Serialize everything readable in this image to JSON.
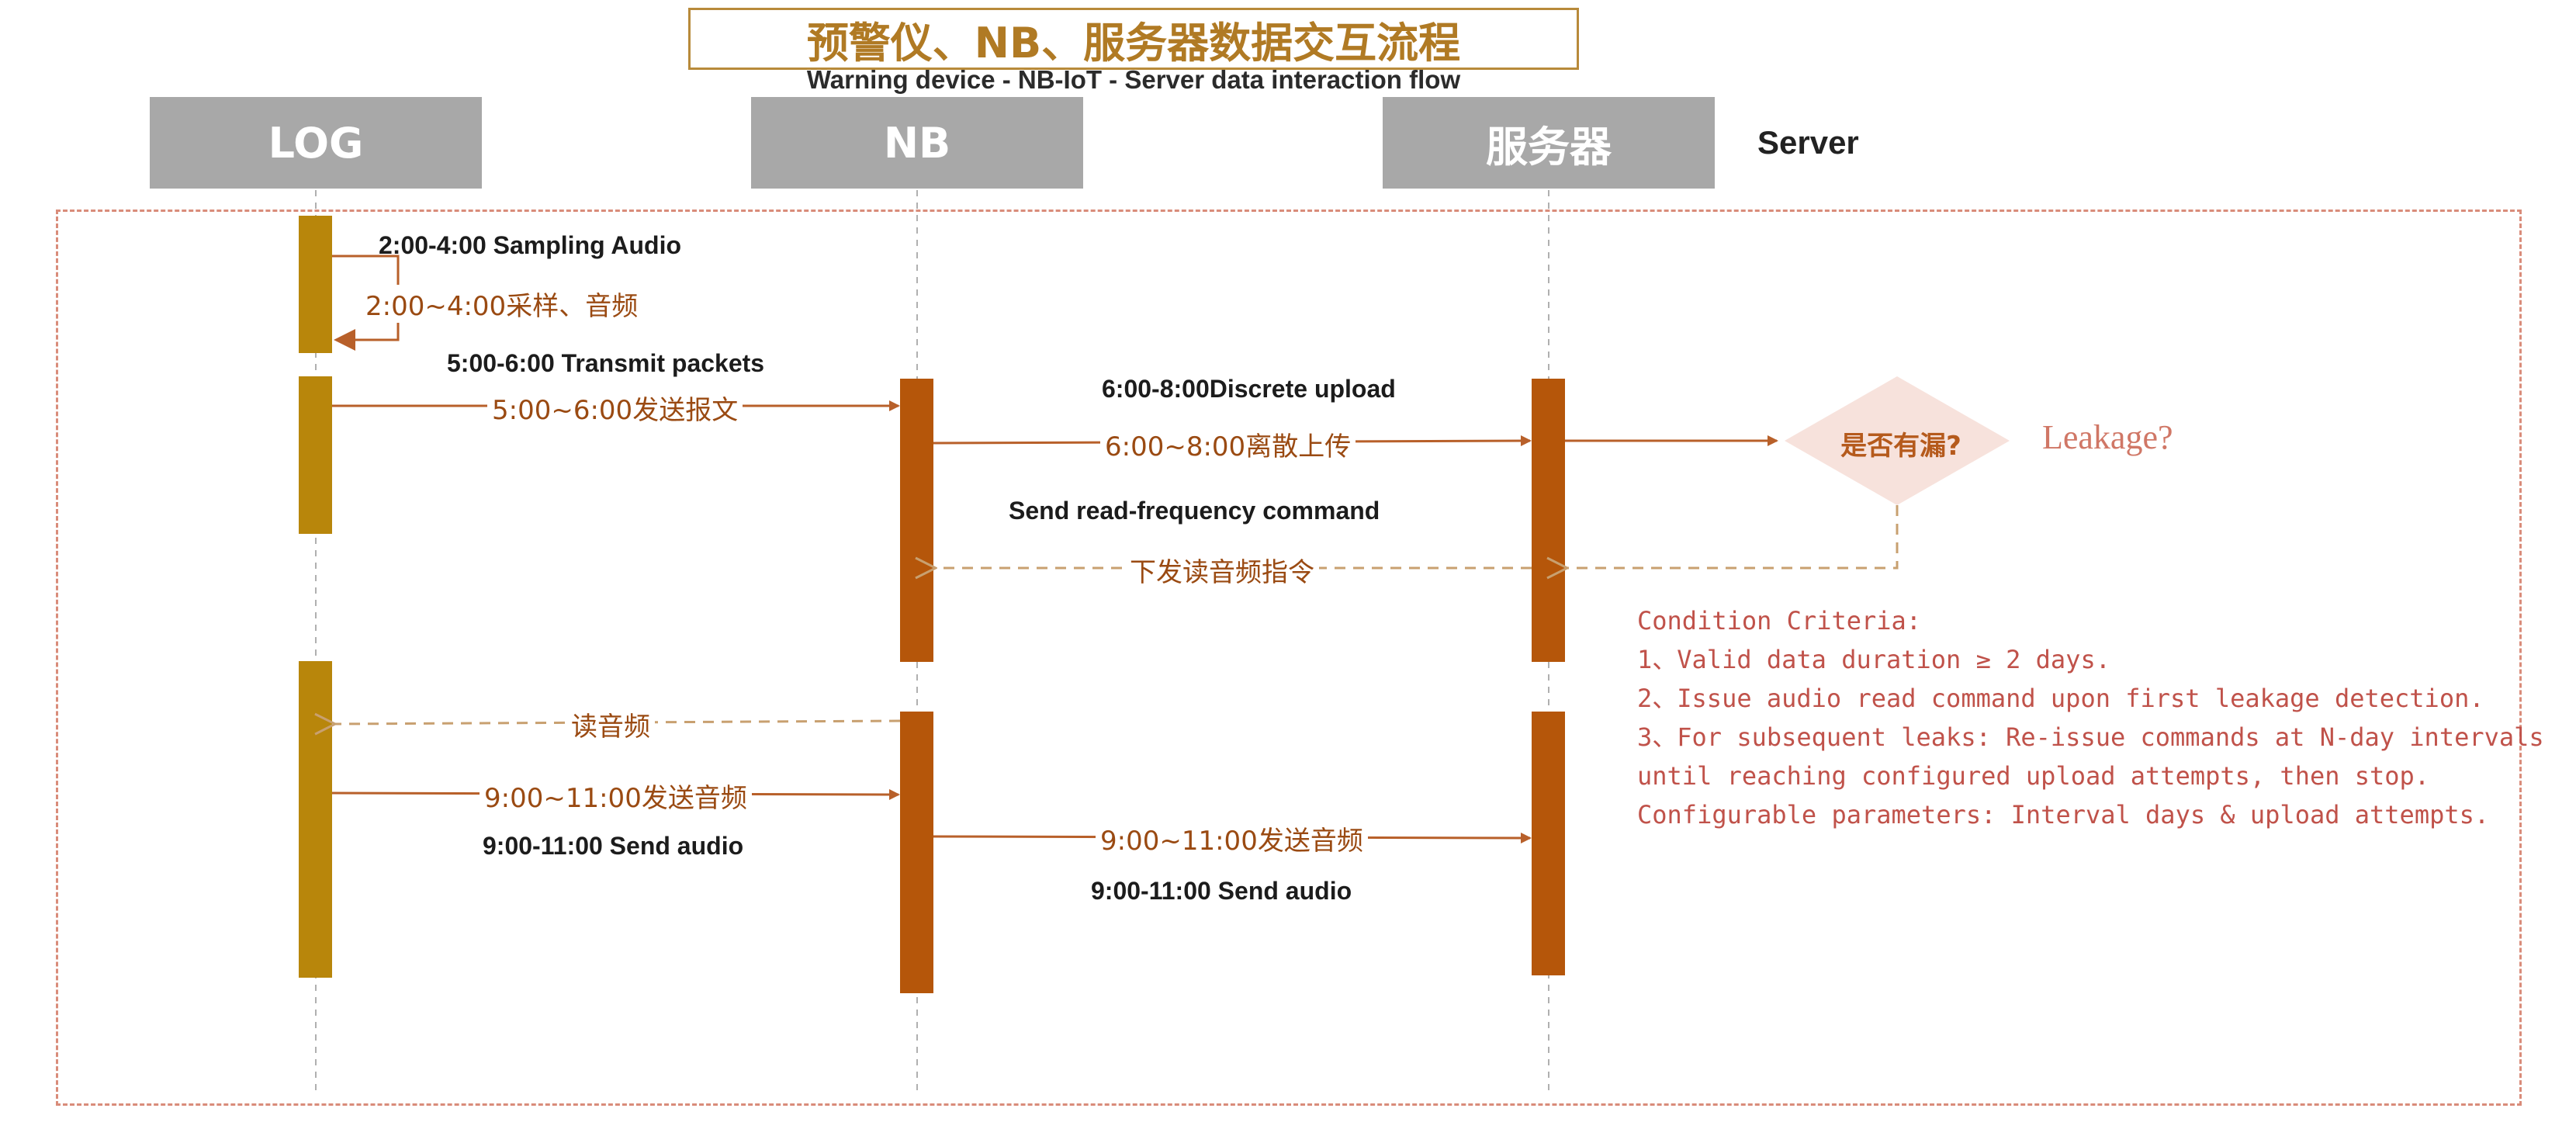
{
  "title": "预警仪、NB、服务器数据交互流程",
  "subtitle": "Warning device - NB-IoT - Server data interaction flow",
  "lanes": {
    "log": "LOG",
    "nb": "NB",
    "server": "服务器",
    "server_en": "Server"
  },
  "messages": {
    "sampling_en": "2:00-4:00 Sampling Audio",
    "sampling_cn": "2:00~4:00采样、音频",
    "transmit_en": "5:00-6:00 Transmit packets",
    "transmit_cn": "5:00~6:00发送报文",
    "upload_en": "6:00-8:00Discrete upload",
    "upload_cn": "6:00~8:00离散上传",
    "readcmd_en": "Send read-frequency command",
    "readcmd_cn": "下发读音频指令",
    "read_audio_cn": "读音频",
    "send_audio_cn_1": "9:00~11:00发送音频",
    "send_audio_en_1": "9:00-11:00 Send audio",
    "send_audio_cn_2": "9:00~11:00发送音频",
    "send_audio_en_2": "9:00-11:00 Send audio"
  },
  "decision": {
    "label": "是否有漏?",
    "label_en": "Leakage?"
  },
  "criteria": {
    "heading": "Condition Criteria:",
    "items": [
      "1、Valid data duration ≥ 2 days.",
      "2、Issue audio read command upon first leakage detection.",
      "3、For subsequent leaks: Re-issue commands at N-day intervals",
      "until reaching configured upload attempts, then stop.",
      "Configurable parameters: Interval days & upload attempts."
    ]
  },
  "colors": {
    "log_bar": "#b8860b",
    "nb_bar": "#b5560a",
    "arrow": "#b8602a",
    "dashed_arrow": "#c8a070",
    "decision_fill": "#f7e2dc",
    "frame": "#d98c7a",
    "lane_header": "#a8a8a8"
  }
}
